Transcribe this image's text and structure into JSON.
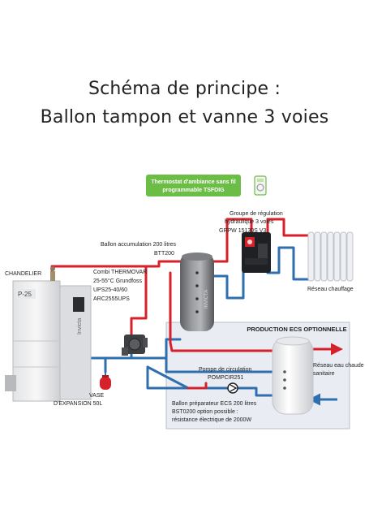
{
  "title": {
    "line1": "Schéma de principe :",
    "line2": "Ballon tampon et vanne 3 voies"
  },
  "thermostat": {
    "line1": "Thermostat d'ambiance sans fil",
    "line2": "programmable TSFDIG"
  },
  "groupe_regulation": {
    "line1": "Groupe de régulation",
    "line2": "hydraulique 3 voies",
    "line3": "GRPW 15130S V3"
  },
  "ballon_accumulation": {
    "line1": "Ballon accumulation 200 litres",
    "line2": "BTT200"
  },
  "chandelier": {
    "label": "CHANDELIER"
  },
  "combi": {
    "line1": "Combi THERMOVAR",
    "line2": "25-55°C Grundfoss",
    "line3": "UPS25-40/60",
    "line4": "ARC2555UPS"
  },
  "reseau_chauffage": {
    "label": "Réseau chauffage"
  },
  "production_ecs": {
    "label": "PRODUCTION ECS OPTIONNELLE"
  },
  "reseau_eau_chaude": {
    "line1": "Réseau eau chaude",
    "line2": "sanitaire"
  },
  "pompe": {
    "line1": "Pompe de circulation",
    "line2": "POMPCIR251"
  },
  "vase": {
    "line1": "VASE",
    "line2": "D'EXPANSION 50L"
  },
  "ballon_preparateur": {
    "line1": "Ballon préparateur ECS 200 litres",
    "line2": "BST0200 option possible :",
    "line3": "résistance électrique de 2000W"
  },
  "boiler": {
    "model": "P-25",
    "brand": "Invicta"
  },
  "colors": {
    "hot": "#d6202a",
    "cold": "#2f6fae",
    "thermostat_green": "#6bbd45",
    "optional_box": "#e9edf3"
  }
}
